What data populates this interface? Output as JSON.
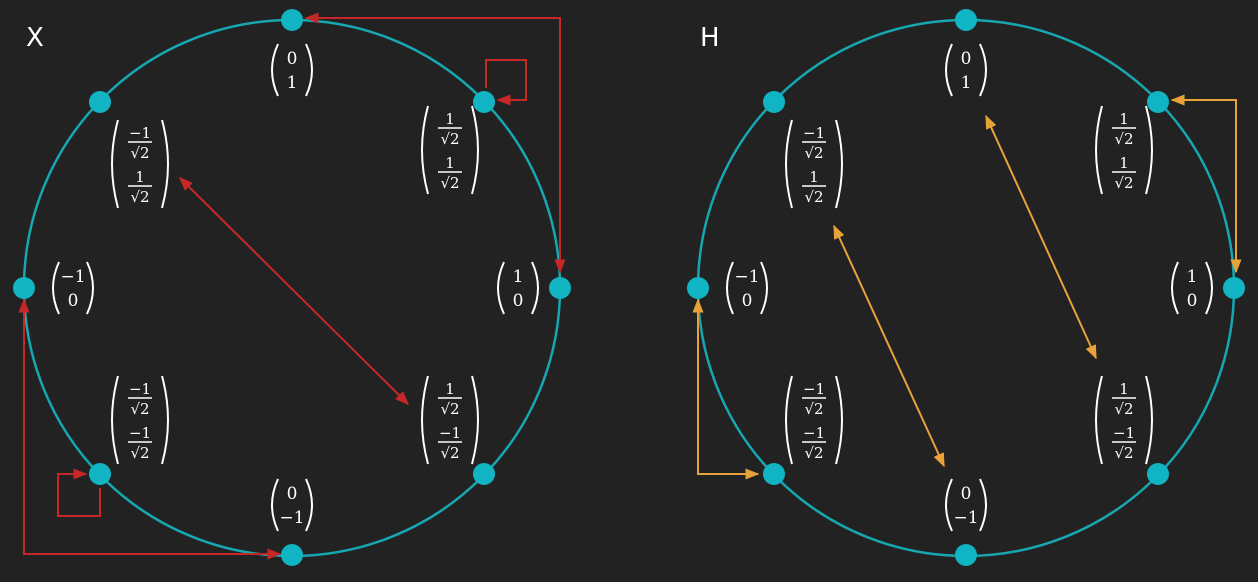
{
  "panels": [
    {
      "title": "X",
      "arrow_color": "#c62828",
      "vectors": {
        "top": {
          "top": "0",
          "bottom": "1"
        },
        "tr": {
          "top": "1/√2",
          "bottom": "1/√2"
        },
        "right": {
          "top": "1",
          "bottom": "0"
        },
        "br": {
          "top": "1/√2",
          "bottom": "−1/√2"
        },
        "bottom": {
          "top": "0",
          "bottom": "−1"
        },
        "bl": {
          "top": "−1/√2",
          "bottom": "−1/√2"
        },
        "left": {
          "top": "−1",
          "bottom": "0"
        },
        "tl": {
          "top": "−1/√2",
          "bottom": "1/√2"
        }
      }
    },
    {
      "title": "H",
      "arrow_color": "#e8a23a",
      "vectors": {
        "top": {
          "top": "0",
          "bottom": "1"
        },
        "tr": {
          "top": "1/√2",
          "bottom": "1/√2"
        },
        "right": {
          "top": "1",
          "bottom": "0"
        },
        "br": {
          "top": "1/√2",
          "bottom": "−1/√2"
        },
        "bottom": {
          "top": "0",
          "bottom": "−1"
        },
        "bl": {
          "top": "−1/√2",
          "bottom": "−1/√2"
        },
        "left": {
          "top": "−1",
          "bottom": "0"
        },
        "tl": {
          "top": "−1/√2",
          "bottom": "1/√2"
        }
      }
    }
  ],
  "colors": {
    "circle": "#16a7b0",
    "node": "#10b4c2",
    "background": "#222222",
    "text": "#ffffff"
  }
}
